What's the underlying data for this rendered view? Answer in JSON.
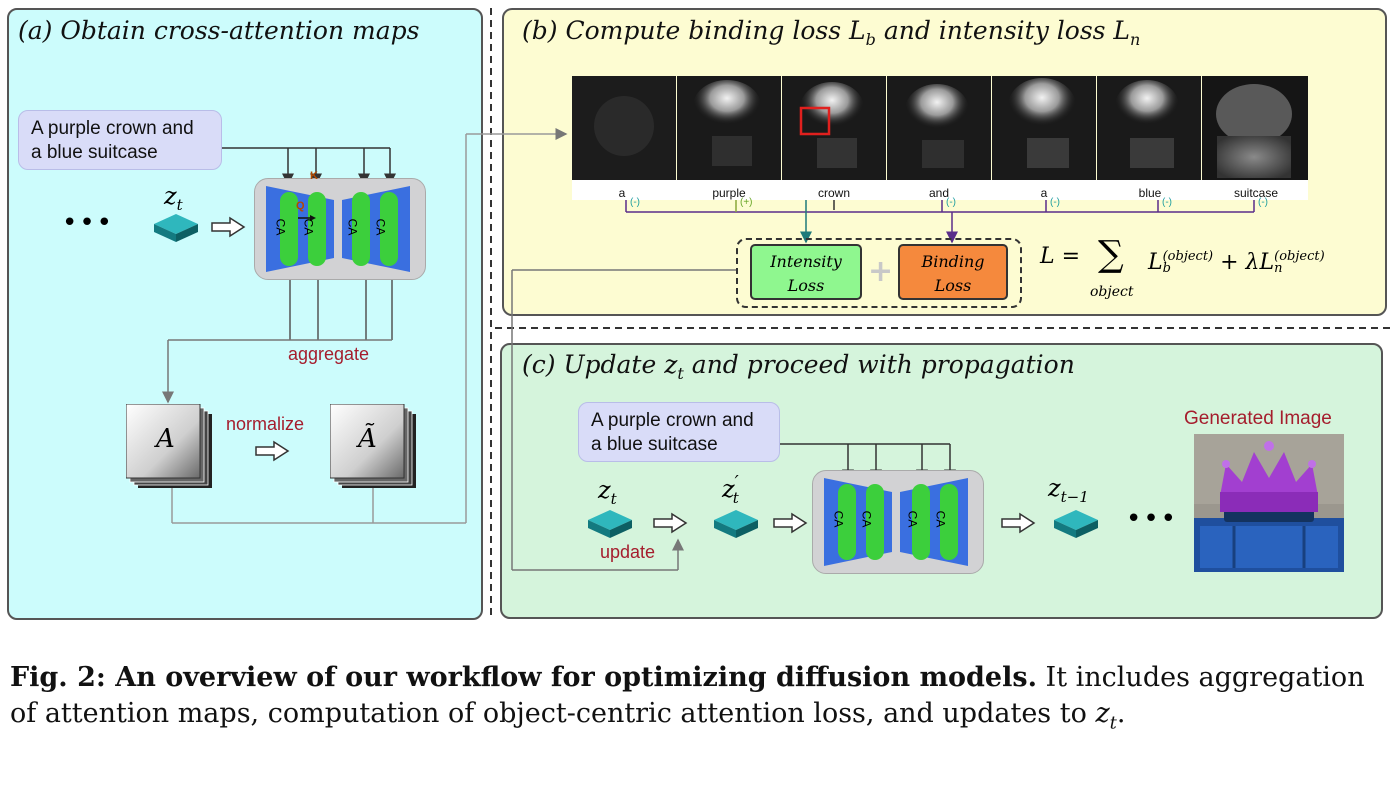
{
  "panels": {
    "a_title": "(a) Obtain cross-attention maps",
    "b_title": "(b) Compute binding loss L",
    "b_title_sub1": "b",
    "b_title_mid": " and intensity loss L",
    "b_title_sub2": "n",
    "c_title": "(c) Update z",
    "c_title_sub": "t",
    "c_title_end": " and proceed with propagation"
  },
  "prompt_text_line1": "A purple crown and",
  "prompt_text_line2": "a blue suitcase",
  "latent": {
    "z": "z",
    "t": "t",
    "prime": "′",
    "tminus": "t−1"
  },
  "ellipsis": "•••",
  "unet": {
    "ca": "CA",
    "q": "Q",
    "k": "K"
  },
  "labels": {
    "aggregate": "aggregate",
    "normalize": "normalize",
    "update": "update",
    "generated_image": "Generated Image"
  },
  "maps": {
    "A": "A",
    "A_tilde": "Ã"
  },
  "tokens": [
    "a",
    "purple",
    "crown",
    "and",
    "a",
    "blue",
    "suitcase"
  ],
  "signs": [
    "(-)",
    "(+)",
    "(-)",
    "(-)",
    "(-)",
    "(-)"
  ],
  "loss": {
    "intensity_1": "Intensity",
    "intensity_2": "Loss",
    "binding_1": "Binding",
    "binding_2": "Loss",
    "formula_L": "L = ",
    "formula_sum": "∑",
    "formula_sub": "object",
    "formula_term1": "L",
    "formula_sup1": "(object)",
    "formula_subb": "b",
    "formula_plus": " + λL",
    "formula_sup2": "(object)",
    "formula_subn": "n"
  },
  "caption": {
    "bold": "Fig. 2: An overview of our workflow for optimizing diffusion models.",
    "rest": " It includes aggregation of attention maps, computation of object-centric attention loss, and updates to ",
    "z": "z",
    "t": "t",
    "end": "."
  },
  "colors": {
    "panel_a": "#ccfcfc",
    "panel_b": "#fdfcd2",
    "panel_c": "#d5f4dc",
    "unet_blue": "#3a6fe0",
    "ca_green": "#3ccf3c",
    "intensity": "#8ff78f",
    "binding": "#f5893d",
    "latent": "#1a9aa0",
    "accent_red": "#a51d2d"
  }
}
